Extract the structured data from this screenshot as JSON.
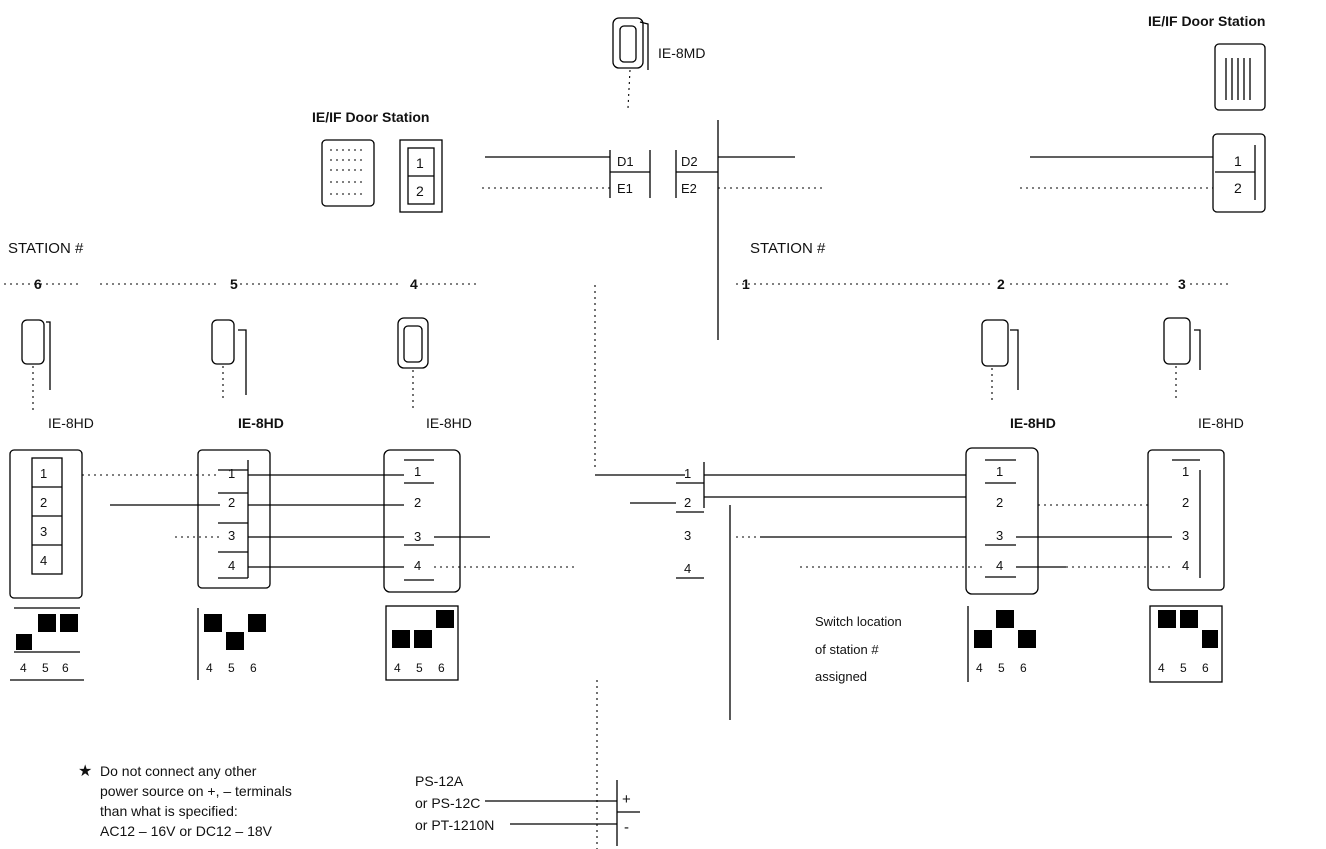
{
  "top_master": {
    "label": "IE-8MD",
    "terminals": [
      "D1",
      "E1",
      "D2",
      "E2"
    ]
  },
  "door_station_left": {
    "label": "IE/IF Door Station",
    "terminals": [
      "1",
      "2"
    ]
  },
  "door_station_right": {
    "label": "IE/IF Door Station",
    "terminals": [
      "1",
      "2"
    ]
  },
  "station_heading_left": "STATION #",
  "station_heading_right": "STATION #",
  "station_numbers_left": [
    "6",
    "5",
    "4"
  ],
  "station_numbers_right": [
    "1",
    "2",
    "3"
  ],
  "sub_stations": [
    {
      "label": "IE-8HD",
      "terminals": [
        "1",
        "2",
        "3",
        "4"
      ],
      "switch_digits": [
        "4",
        "5",
        "6"
      ]
    },
    {
      "label": "IE-8HD",
      "terminals": [
        "1",
        "2",
        "3",
        "4"
      ],
      "switch_digits": [
        "4",
        "5",
        "6"
      ]
    },
    {
      "label": "IE-8HD",
      "terminals": [
        "1",
        "2",
        "3",
        "4"
      ],
      "switch_digits": [
        "4",
        "5",
        "6"
      ]
    },
    {
      "label": "IE-8HD",
      "terminals": [
        "1",
        "2",
        "3",
        "4"
      ],
      "switch_digits": [
        "4",
        "5",
        "6"
      ]
    },
    {
      "label": "IE-8HD",
      "terminals": [
        "1",
        "2",
        "3",
        "4"
      ],
      "switch_digits": [
        "4",
        "5",
        "6"
      ]
    }
  ],
  "bus_terminals": [
    "1",
    "2",
    "3",
    "4"
  ],
  "switch_note": [
    "Switch location",
    "of station #",
    "assigned"
  ],
  "power": {
    "sources": [
      "PS-12A",
      "or PS-12C",
      "or PT-1210N"
    ],
    "terminals": [
      "+",
      "-"
    ]
  },
  "warning": {
    "star": "★",
    "lines": [
      "Do not connect any other",
      "power source on +, – terminals",
      "than what is specified:",
      "AC12 – 16V or DC12 – 18V"
    ]
  }
}
